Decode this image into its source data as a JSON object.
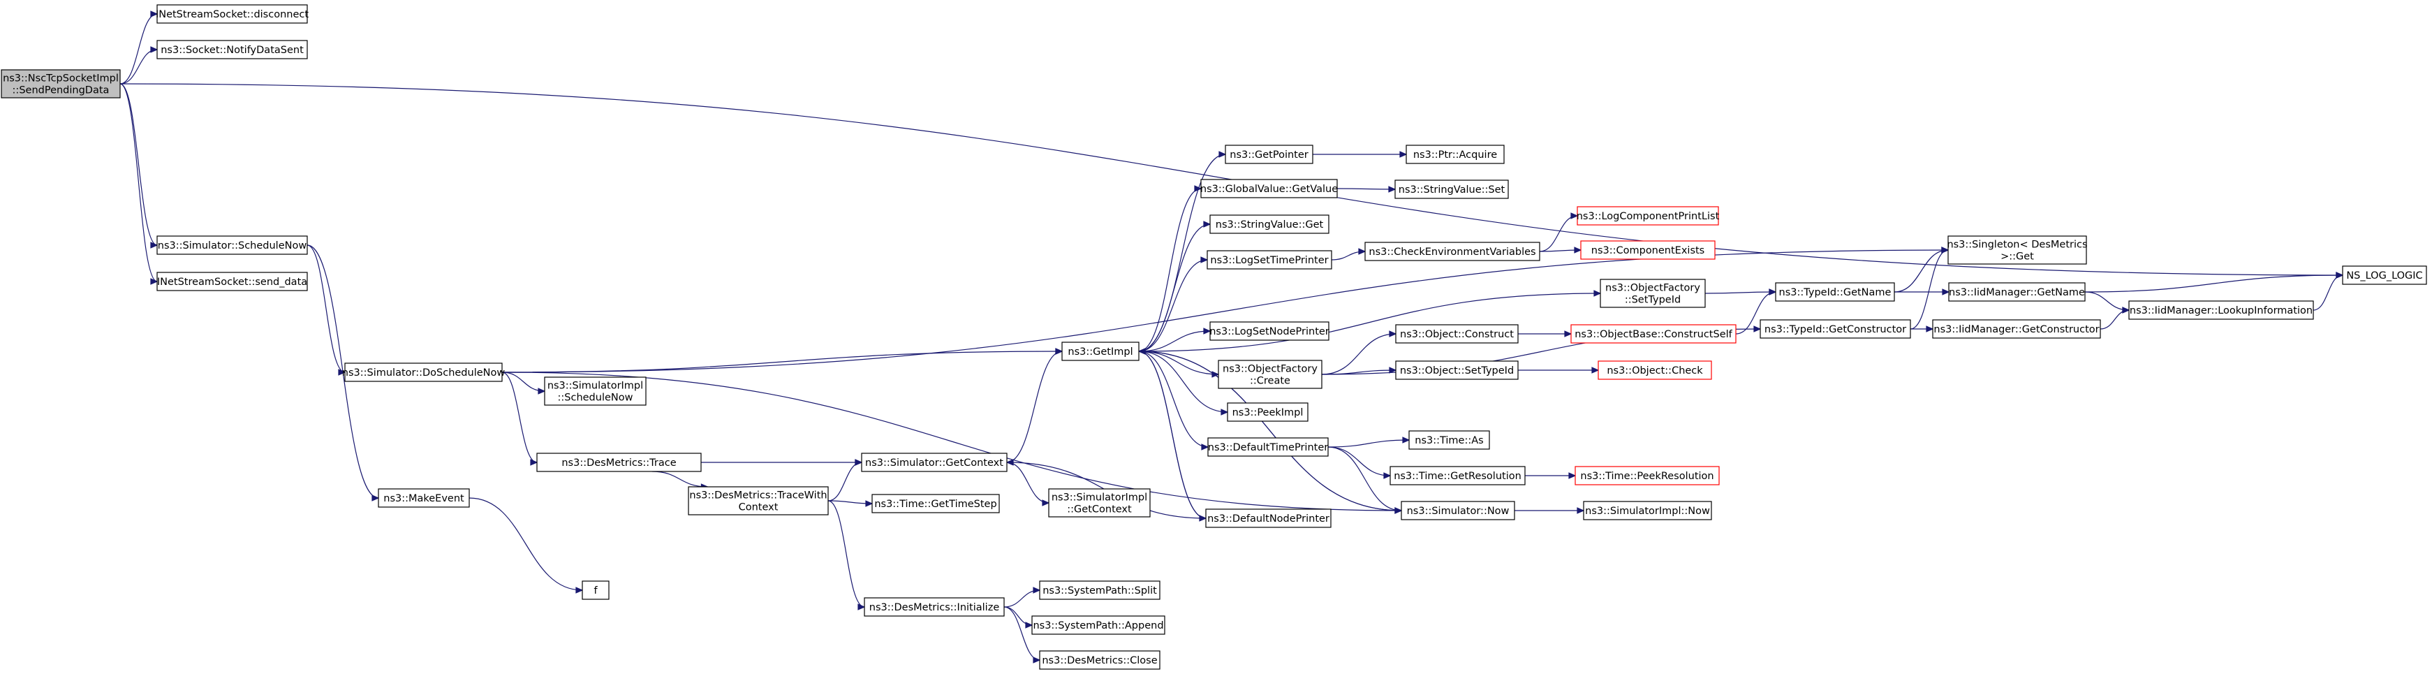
{
  "colors": {
    "edge": "#191970",
    "node_border": "#000000",
    "node_border_incomplete": "#ff0000",
    "root_fill": "#bfbfbf",
    "node_fill": "#ffffff",
    "background": "#ffffff"
  },
  "nodes": [
    {
      "id": "send_pending",
      "lines": [
        "ns3::NscTcpSocketImpl",
        "::SendPendingData"
      ],
      "style": "root"
    },
    {
      "id": "disconnect",
      "lines": [
        "INetStreamSocket::disconnect"
      ],
      "style": "normal"
    },
    {
      "id": "notify_sent",
      "lines": [
        "ns3::Socket::NotifyDataSent"
      ],
      "style": "normal"
    },
    {
      "id": "schedule_now",
      "lines": [
        "ns3::Simulator::ScheduleNow"
      ],
      "style": "normal"
    },
    {
      "id": "send_data",
      "lines": [
        "INetStreamSocket::send_data"
      ],
      "style": "normal"
    },
    {
      "id": "do_schedule",
      "lines": [
        "ns3::Simulator::DoScheduleNow"
      ],
      "style": "normal"
    },
    {
      "id": "make_event",
      "lines": [
        "ns3::MakeEvent"
      ],
      "style": "normal"
    },
    {
      "id": "f",
      "lines": [
        "f"
      ],
      "style": "normal"
    },
    {
      "id": "simimpl_schedule",
      "lines": [
        "ns3::SimulatorImpl",
        "::ScheduleNow"
      ],
      "style": "normal"
    },
    {
      "id": "des_trace",
      "lines": [
        "ns3::DesMetrics::Trace"
      ],
      "style": "normal"
    },
    {
      "id": "des_trace_ctx",
      "lines": [
        "ns3::DesMetrics::TraceWith",
        "Context"
      ],
      "style": "normal"
    },
    {
      "id": "sim_getcontext",
      "lines": [
        "ns3::Simulator::GetContext"
      ],
      "style": "normal"
    },
    {
      "id": "time_getstep",
      "lines": [
        "ns3::Time::GetTimeStep"
      ],
      "style": "normal"
    },
    {
      "id": "simimpl_getcontext",
      "lines": [
        "ns3::SimulatorImpl",
        "::GetContext"
      ],
      "style": "normal"
    },
    {
      "id": "des_init",
      "lines": [
        "ns3::DesMetrics::Initialize"
      ],
      "style": "normal"
    },
    {
      "id": "sp_split",
      "lines": [
        "ns3::SystemPath::Split"
      ],
      "style": "normal"
    },
    {
      "id": "sp_append",
      "lines": [
        "ns3::SystemPath::Append"
      ],
      "style": "normal"
    },
    {
      "id": "des_close",
      "lines": [
        "ns3::DesMetrics::Close"
      ],
      "style": "normal"
    },
    {
      "id": "getimpl",
      "lines": [
        "ns3::GetImpl"
      ],
      "style": "normal"
    },
    {
      "id": "getpointer",
      "lines": [
        "ns3::GetPointer"
      ],
      "style": "normal"
    },
    {
      "id": "ptr_acquire",
      "lines": [
        "ns3::Ptr::Acquire"
      ],
      "style": "normal"
    },
    {
      "id": "gv_getvalue",
      "lines": [
        "ns3::GlobalValue::GetValue"
      ],
      "style": "normal"
    },
    {
      "id": "sv_set",
      "lines": [
        "ns3::StringValue::Set"
      ],
      "style": "normal"
    },
    {
      "id": "sv_get",
      "lines": [
        "ns3::StringValue::Get"
      ],
      "style": "normal"
    },
    {
      "id": "log_set_time",
      "lines": [
        "ns3::LogSetTimePrinter"
      ],
      "style": "normal"
    },
    {
      "id": "check_env",
      "lines": [
        "ns3::CheckEnvironmentVariables"
      ],
      "style": "normal"
    },
    {
      "id": "log_comp_print",
      "lines": [
        "ns3::LogComponentPrintList"
      ],
      "style": "red"
    },
    {
      "id": "comp_exists",
      "lines": [
        "ns3::ComponentExists"
      ],
      "style": "red"
    },
    {
      "id": "of_settypeid",
      "lines": [
        "ns3::ObjectFactory",
        "::SetTypeId"
      ],
      "style": "normal"
    },
    {
      "id": "log_set_node",
      "lines": [
        "ns3::LogSetNodePrinter"
      ],
      "style": "normal"
    },
    {
      "id": "of_create",
      "lines": [
        "ns3::ObjectFactory",
        "::Create"
      ],
      "style": "normal"
    },
    {
      "id": "obj_construct",
      "lines": [
        "ns3::Object::Construct"
      ],
      "style": "normal"
    },
    {
      "id": "ob_construct_self",
      "lines": [
        "ns3::ObjectBase::ConstructSelf"
      ],
      "style": "red"
    },
    {
      "id": "obj_settypeid",
      "lines": [
        "ns3::Object::SetTypeId"
      ],
      "style": "normal"
    },
    {
      "id": "obj_check",
      "lines": [
        "ns3::Object::Check"
      ],
      "style": "red"
    },
    {
      "id": "peekimpl",
      "lines": [
        "ns3::PeekImpl"
      ],
      "style": "normal"
    },
    {
      "id": "default_time",
      "lines": [
        "ns3::DefaultTimePrinter"
      ],
      "style": "normal"
    },
    {
      "id": "time_as",
      "lines": [
        "ns3::Time::As"
      ],
      "style": "normal"
    },
    {
      "id": "time_getres",
      "lines": [
        "ns3::Time::GetResolution"
      ],
      "style": "normal"
    },
    {
      "id": "time_peekres",
      "lines": [
        "ns3::Time::PeekResolution"
      ],
      "style": "red"
    },
    {
      "id": "sim_now",
      "lines": [
        "ns3::Simulator::Now"
      ],
      "style": "normal"
    },
    {
      "id": "simimpl_now",
      "lines": [
        "ns3::SimulatorImpl::Now"
      ],
      "style": "normal"
    },
    {
      "id": "default_node",
      "lines": [
        "ns3::DefaultNodePrinter"
      ],
      "style": "normal"
    },
    {
      "id": "typeid_getname",
      "lines": [
        "ns3::TypeId::GetName"
      ],
      "style": "normal"
    },
    {
      "id": "typeid_getctor",
      "lines": [
        "ns3::TypeId::GetConstructor"
      ],
      "style": "normal"
    },
    {
      "id": "singleton_get",
      "lines": [
        "ns3::Singleton< DesMetrics",
        " >::Get"
      ],
      "style": "normal"
    },
    {
      "id": "iid_getname",
      "lines": [
        "ns3::IidManager::GetName"
      ],
      "style": "normal"
    },
    {
      "id": "iid_getctor",
      "lines": [
        "ns3::IidManager::GetConstructor"
      ],
      "style": "normal"
    },
    {
      "id": "iid_lookup",
      "lines": [
        "ns3::IidManager::LookupInformation"
      ],
      "style": "normal"
    },
    {
      "id": "ns_log_logic",
      "lines": [
        "NS_LOG_LOGIC"
      ],
      "style": "normal"
    }
  ],
  "edges": [
    [
      "send_pending",
      "disconnect"
    ],
    [
      "send_pending",
      "notify_sent"
    ],
    [
      "send_pending",
      "ns_log_logic"
    ],
    [
      "send_pending",
      "schedule_now"
    ],
    [
      "send_pending",
      "send_data"
    ],
    [
      "schedule_now",
      "do_schedule"
    ],
    [
      "schedule_now",
      "make_event"
    ],
    [
      "make_event",
      "f"
    ],
    [
      "do_schedule",
      "getimpl"
    ],
    [
      "do_schedule",
      "singleton_get"
    ],
    [
      "do_schedule",
      "simimpl_schedule"
    ],
    [
      "do_schedule",
      "des_trace"
    ],
    [
      "do_schedule",
      "sim_now"
    ],
    [
      "des_trace",
      "des_trace_ctx"
    ],
    [
      "des_trace",
      "sim_getcontext"
    ],
    [
      "des_trace_ctx",
      "sim_getcontext"
    ],
    [
      "des_trace_ctx",
      "time_getstep"
    ],
    [
      "des_trace_ctx",
      "des_init"
    ],
    [
      "des_init",
      "sp_split"
    ],
    [
      "des_init",
      "sp_append"
    ],
    [
      "des_init",
      "des_close"
    ],
    [
      "sim_getcontext",
      "getimpl"
    ],
    [
      "sim_getcontext",
      "simimpl_getcontext"
    ],
    [
      "getimpl",
      "getpointer"
    ],
    [
      "getimpl",
      "gv_getvalue"
    ],
    [
      "getimpl",
      "sv_get"
    ],
    [
      "getimpl",
      "log_set_time"
    ],
    [
      "getimpl",
      "of_settypeid"
    ],
    [
      "getimpl",
      "log_set_node"
    ],
    [
      "getimpl",
      "of_create"
    ],
    [
      "getimpl",
      "peekimpl"
    ],
    [
      "getimpl",
      "default_time"
    ],
    [
      "getimpl",
      "default_node"
    ],
    [
      "getimpl",
      "sim_now"
    ],
    [
      "getpointer",
      "ptr_acquire"
    ],
    [
      "gv_getvalue",
      "sv_set"
    ],
    [
      "log_set_time",
      "check_env"
    ],
    [
      "check_env",
      "log_comp_print"
    ],
    [
      "check_env",
      "comp_exists"
    ],
    [
      "of_settypeid",
      "typeid_getname"
    ],
    [
      "of_create",
      "obj_construct"
    ],
    [
      "of_create",
      "obj_settypeid"
    ],
    [
      "of_create",
      "typeid_getctor"
    ],
    [
      "obj_construct",
      "ob_construct_self"
    ],
    [
      "obj_settypeid",
      "obj_check"
    ],
    [
      "ob_construct_self",
      "typeid_getname"
    ],
    [
      "default_time",
      "time_as"
    ],
    [
      "default_time",
      "time_getres"
    ],
    [
      "default_time",
      "sim_now"
    ],
    [
      "time_getres",
      "time_peekres"
    ],
    [
      "sim_now",
      "simimpl_now"
    ],
    [
      "sim_now",
      "getimpl"
    ],
    [
      "default_node",
      "sim_getcontext"
    ],
    [
      "default_node",
      "getimpl"
    ],
    [
      "typeid_getname",
      "iid_getname"
    ],
    [
      "typeid_getname",
      "singleton_get"
    ],
    [
      "typeid_getctor",
      "iid_getctor"
    ],
    [
      "typeid_getctor",
      "singleton_get"
    ],
    [
      "iid_getname",
      "iid_lookup"
    ],
    [
      "iid_getname",
      "ns_log_logic"
    ],
    [
      "iid_getctor",
      "iid_lookup"
    ],
    [
      "iid_lookup",
      "ns_log_logic"
    ]
  ]
}
